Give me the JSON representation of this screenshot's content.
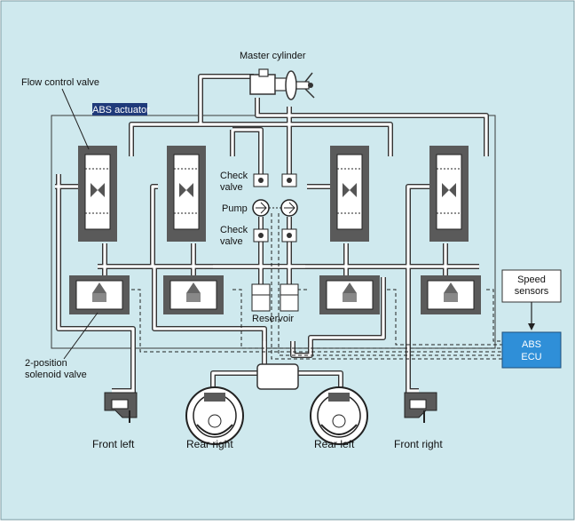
{
  "labels": {
    "master_cylinder": "Master cylinder",
    "flow_control_valve": "Flow control valve",
    "abs_actuator": "ABS actuator",
    "check_valve_top_1": "Check",
    "check_valve_top_2": "valve",
    "pump": "Pump",
    "check_valve_bottom_1": "Check",
    "check_valve_bottom_2": "valve",
    "reservoir": "Reservoir",
    "speed_sensors_1": "Speed",
    "speed_sensors_2": "sensors",
    "abs_ecu_1": "ABS",
    "abs_ecu_2": "ECU",
    "solenoid_valve_1": "2-position",
    "solenoid_valve_2": "solenoid valve",
    "front_left": "Front left",
    "rear_right": "Rear right",
    "rear_left": "Rear left",
    "front_right": "Front right"
  },
  "colors": {
    "background": "#cfe9ee",
    "frame": "#4a4a4a",
    "valve_body": "#5a5a5a",
    "ecu_fill": "#2f8fd8",
    "label_highlight": "#1f3a7a"
  }
}
